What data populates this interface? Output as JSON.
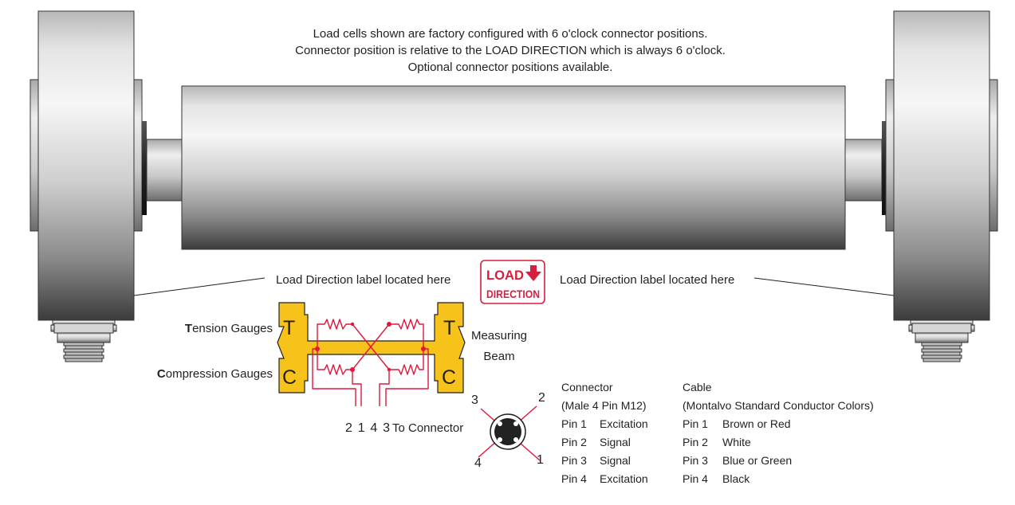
{
  "notes": {
    "line1": "Load cells shown are factory configured with 6 o'clock connector positions.",
    "line2": "Connector position is relative to the LOAD DIRECTION which is always 6 o'clock.",
    "line3": "Optional connector positions available."
  },
  "labels": {
    "load_direction_left": "Load Direction label located here",
    "load_direction_right": "Load Direction label located here",
    "badge_line1": "LOAD",
    "badge_line2": "DIRECTION"
  },
  "gauges": {
    "tension_first": "T",
    "tension_rest": "ension Gauges",
    "compression_first": "C",
    "compression_rest": "ompression Gauges",
    "letter_t": "T",
    "letter_c": "C",
    "measuring": "Measuring",
    "beam": "Beam",
    "pin_order": "2 1 4 3",
    "to_connector": "To Connector"
  },
  "connector": {
    "title": "Connector",
    "subtitle": "(Male 4 Pin M12)",
    "rows": [
      {
        "pin": "Pin 1",
        "name": "Excitation"
      },
      {
        "pin": "Pin 2",
        "name": "Signal"
      },
      {
        "pin": "Pin 3",
        "name": "Signal"
      },
      {
        "pin": "Pin 4",
        "name": "Excitation"
      }
    ],
    "pin_numbers": {
      "p1": "1",
      "p2": "2",
      "p3": "3",
      "p4": "4"
    }
  },
  "cable": {
    "title": "Cable",
    "subtitle": "(Montalvo Standard Conductor Colors)",
    "rows": [
      {
        "pin": "Pin 1",
        "color": "Brown or Red"
      },
      {
        "pin": "Pin 2",
        "color": "White"
      },
      {
        "pin": "Pin 3",
        "color": "Blue or Green"
      },
      {
        "pin": "Pin 4",
        "color": "Black"
      }
    ]
  },
  "colors": {
    "wire": "#e2173e",
    "beam": "#f7c31a",
    "badge": "#d81e3c",
    "metal_dark": "#4a4a4a",
    "metal_light": "#f4f4f4"
  }
}
